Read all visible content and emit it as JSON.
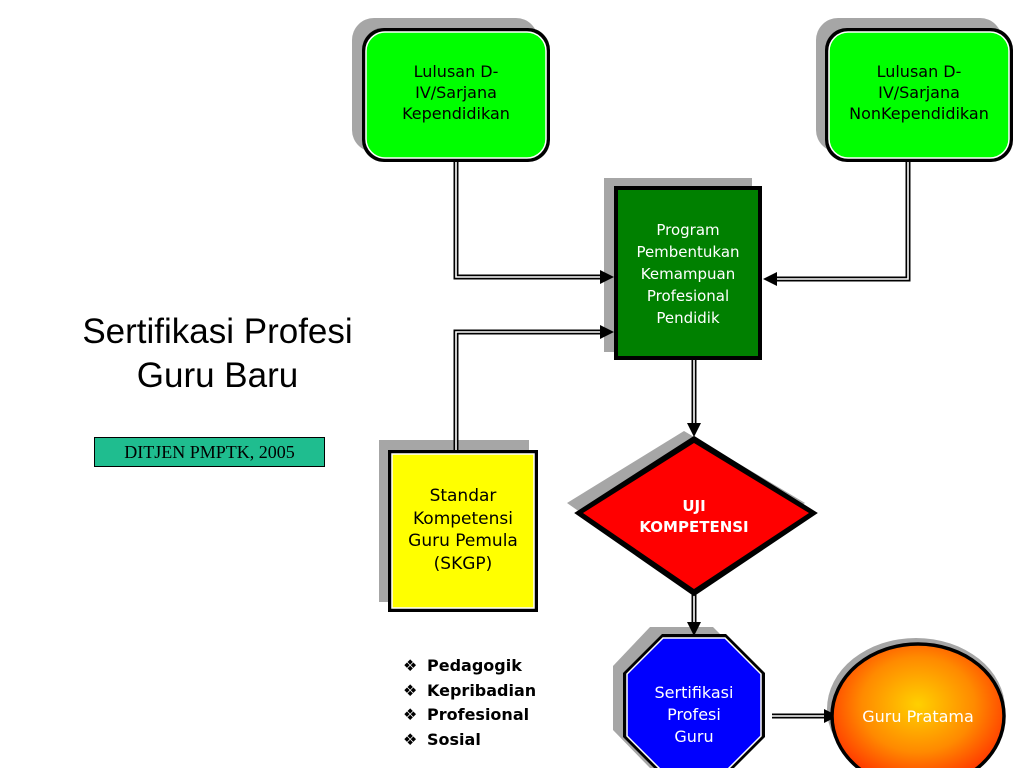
{
  "title": {
    "lines": [
      "Sertifikasi Profesi",
      "Guru Baru"
    ]
  },
  "credit": "DITJEN PMPTK, 2005",
  "nodes": {
    "graduate_education": {
      "lines": [
        "Lulusan D-",
        "IV/Sarjana",
        "Kependidikan"
      ]
    },
    "graduate_non_education": {
      "lines": [
        "Lulusan D-",
        "IV/Sarjana",
        "NonKependidikan"
      ]
    },
    "program": {
      "lines": [
        "Program",
        "Pembentukan",
        "Kemampuan",
        "Profesional",
        "Pendidik"
      ]
    },
    "standard": {
      "lines": [
        "Standar",
        "Kompetensi",
        "Guru Pemula",
        "(SKGP)"
      ]
    },
    "exam": {
      "lines": [
        "UJI",
        "KOMPETENSI"
      ]
    },
    "certification": {
      "lines": [
        "Sertifikasi",
        "Profesi",
        "Guru"
      ]
    },
    "result": {
      "lines": [
        "Guru Pratama"
      ]
    }
  },
  "competencies": {
    "bullet_symbol": "❖",
    "items": [
      "Pedagogik",
      "Kepribadian",
      "Profesional",
      "Sosial"
    ]
  },
  "colors": {
    "graduate_fill": "#00ff00",
    "program_fill": "#008000",
    "standard_fill": "#ffff00",
    "exam_fill": "#ff0000",
    "certification_fill": "#0000ff",
    "result_fill": "#ff5a00",
    "credit_fill": "#1fbd8f",
    "shadow": "#a6a6a6"
  }
}
